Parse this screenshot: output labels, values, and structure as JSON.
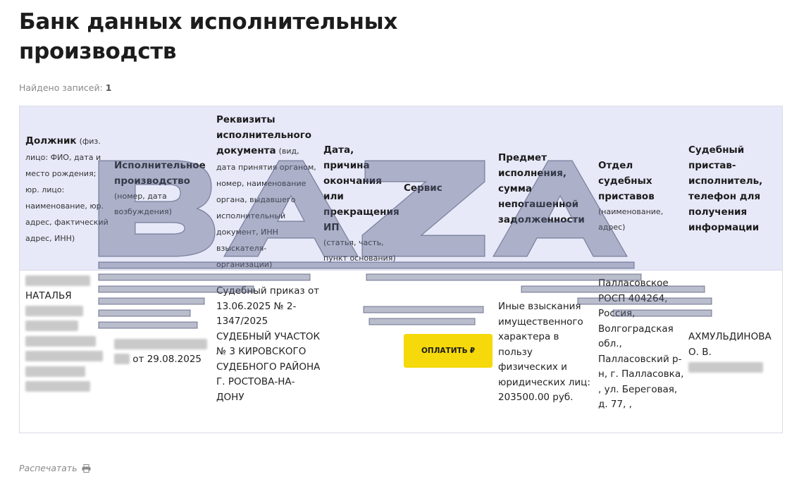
{
  "page": {
    "title": "Банк данных исполнительных производств",
    "found_label": "Найдено записей:",
    "found_count": "1",
    "print_label": "Распечатать",
    "watermark": "BAZA"
  },
  "table": {
    "headers": [
      {
        "title": "Должник",
        "sub": "(физ. лицо: ФИО, дата и место рождения; юр. лицо: наименование, юр. адрес, фактический адрес, ИНН)"
      },
      {
        "title": "Исполнительное производство",
        "sub": "(номер, дата возбуждения)"
      },
      {
        "title": "Реквизиты исполнительного документа",
        "sub": "(вид, дата принятия органом, номер, наименование органа, выдавшего исполнительный документ, ИНН взыскателя-организации)"
      },
      {
        "title": "Дата, причина окончания или прекращения ИП",
        "sub": "(статья, часть, пункт основания)"
      },
      {
        "title": "Сервис",
        "sub": ""
      },
      {
        "title": "Предмет исполнения, сумма непогашенной задолженности",
        "sub": ""
      },
      {
        "title": "Отдел судебных приставов",
        "sub": "(наименование, адрес)"
      },
      {
        "title": "Судебный пристав-исполнитель, телефон для получения информации",
        "sub": ""
      }
    ],
    "row": {
      "debtor_name": "НАТАЛЬЯ",
      "proceeding_date": "от 29.08.2025",
      "document": "Судебный приказ от 13.06.2025 № 2-1347/2025 СУДЕБНЫЙ УЧАСТОК № 3 КИРОВСКОГО СУДЕБНОГО РАЙОНА Г. РОСТОВА-НА-ДОНУ",
      "pay_label": "ОПЛАТИТЬ",
      "pay_icon": "ruble-icon",
      "subject": "Иные взыскания имущественного характера в пользу физических и юридических лиц: 203500.00 руб.",
      "department": "Палласовское РОСП 404264, Россия, Волгоградская обл., Палласовский р-н, г. Палласовка, , ул. Береговая, д. 77, ,",
      "bailiff": "АХМУЛЬДИНОВА О. В."
    }
  },
  "colors": {
    "header_bg": "#e7e9f9",
    "button_bg": "#f5d90a",
    "watermark": "#5a6285"
  }
}
